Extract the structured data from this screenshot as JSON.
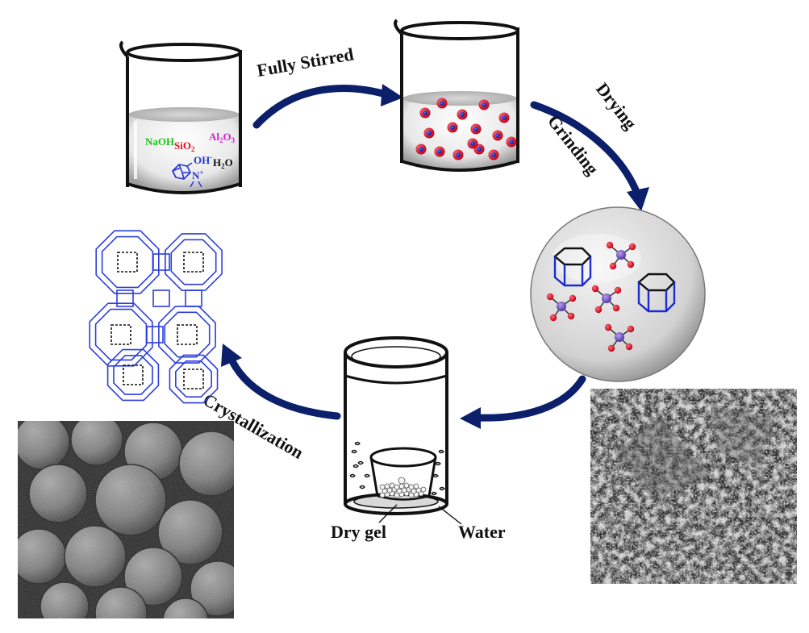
{
  "labels": {
    "fully_stirred": "Fully Stirred",
    "drying": "Drying",
    "grinding": "Grinding",
    "crystallization": "Crystallization",
    "dry_gel": "Dry gel",
    "water": "Water"
  },
  "reagents": {
    "naoh": "NaOH",
    "sio2": "SiO",
    "sio2_sub": "2",
    "al2o3": "Al",
    "al2o3_sub": "2",
    "al2o3_o": "O",
    "al2o3_sub2": "3",
    "oh": "OH",
    "oh_sup": "-",
    "h2o": "H",
    "h2o_sub": "2",
    "h2o_o": "O",
    "n_plus": "N",
    "n_sup": "+"
  },
  "colors": {
    "arrow": "#0b1f6b",
    "naoh": "#19c419",
    "sio2": "#e0101f",
    "al2o3": "#d61ed6",
    "template": "#2635d8",
    "framework": "#2b3ee0",
    "particle_red": "#e3102b",
    "particle_blue": "#2530b8",
    "silicate_purple": "#7a55c8"
  },
  "icons": {
    "beaker_1": "beaker-reagents-icon",
    "beaker_2": "beaker-suspension-icon",
    "dish": "dried-gel-dish-icon",
    "autoclave": "autoclave-icon",
    "framework": "zeolite-framework-icon",
    "sem_left": "sem-spheres-image",
    "sem_right": "sem-powder-image"
  }
}
